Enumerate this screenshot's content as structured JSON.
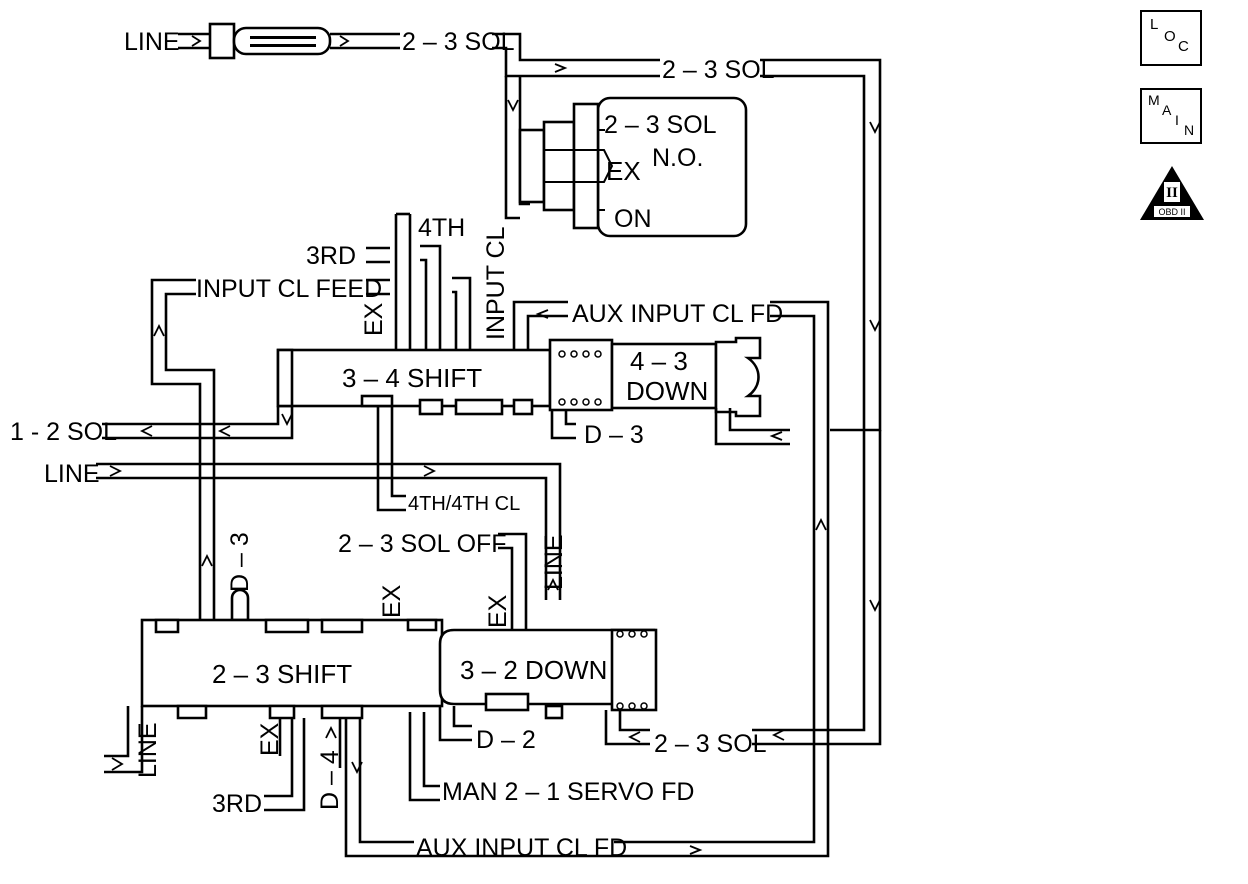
{
  "labels": {
    "line_top": "LINE",
    "sol_23_a": "2 – 3 SOL",
    "sol_23_b": "2 – 3 SOL",
    "sol_23_box_title": "2 – 3 SOL",
    "sol_23_box_no": "N.O.",
    "sol_23_box_ex": "EX",
    "sol_23_box_on": "ON",
    "fourth": "4TH",
    "third_top": "3RD",
    "input_cl_feed": "INPUT CL FEED",
    "ex_34": "EX",
    "input_cl": "INPUT CL",
    "aux_input_cl_fd_top": "AUX INPUT CL FD",
    "valve_34": "3 – 4 SHIFT",
    "valve_43_l1": "4 – 3",
    "valve_43_l2": "DOWN",
    "d3_right": "D – 3",
    "sol_12": "1 - 2 SOL",
    "line_mid": "LINE",
    "fourth_4th_cl": "4TH/4TH CL",
    "sol_23_off": "2 – 3 SOL OFF",
    "line_vert": "LINE",
    "d3_vert": "D – 3",
    "ex_23_top": "EX",
    "ex_32_top": "EX",
    "valve_23": "2 – 3 SHIFT",
    "valve_32": "3 – 2 DOWN",
    "line_bottom": "LINE",
    "ex_23_bottom": "EX",
    "d2": "D – 2",
    "sol_23_c": "2 – 3 SOL",
    "d4_vert": "D – 4",
    "man_21_servo": "MAN 2 – 1 SERVO FD",
    "third_bottom": "3RD",
    "aux_input_cl_fd_bottom": "AUX INPUT CL FD"
  },
  "icons": {
    "loc": {
      "l1": "L",
      "l2": "O",
      "l3": "C"
    },
    "main": {
      "l1": "M",
      "l2": "A",
      "l3": "I",
      "l4": "N"
    },
    "obd": {
      "numeral": "II",
      "caption": "OBD II"
    }
  }
}
